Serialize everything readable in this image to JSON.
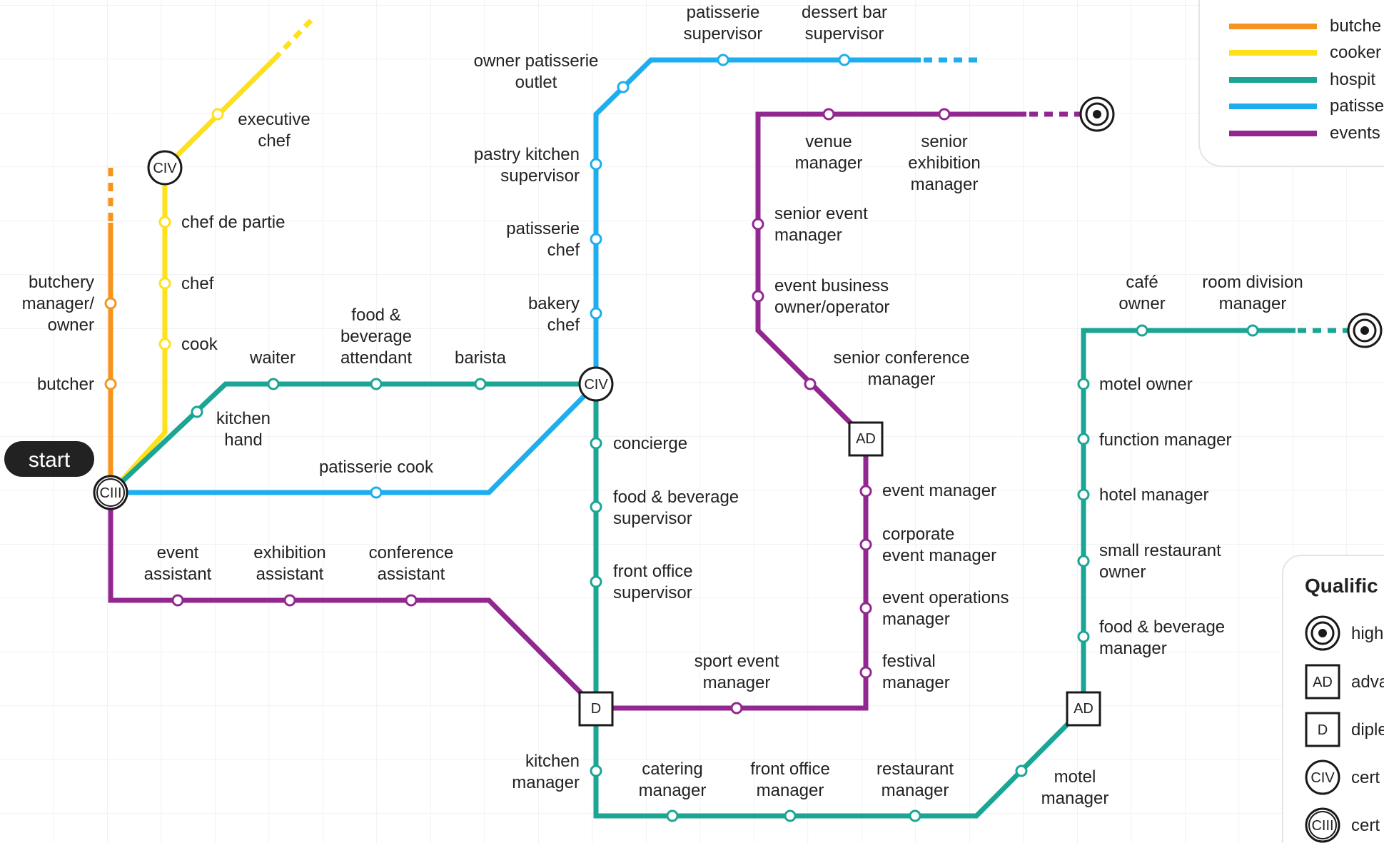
{
  "colors": {
    "butchery": "#F7941D",
    "cookery": "#FFE01B",
    "hospitality": "#1BA595",
    "patisserie": "#1DAEEF",
    "events": "#92278F"
  },
  "start": {
    "label": "start"
  },
  "qual_codes": {
    "ciii": "CIII",
    "civ": "CIV",
    "d": "D",
    "ad": "AD"
  },
  "roles": {
    "butchery_manager": [
      "butchery",
      "manager/",
      "owner"
    ],
    "butcher": [
      "butcher"
    ],
    "executive_chef": [
      "executive",
      "chef"
    ],
    "chef_de_partie": [
      "chef de partie"
    ],
    "chef": [
      "chef"
    ],
    "cook": [
      "cook"
    ],
    "waiter": [
      "waiter"
    ],
    "kitchen_hand": [
      "kitchen",
      "hand"
    ],
    "food_beverage_attendant": [
      "food &",
      "beverage",
      "attendant"
    ],
    "barista": [
      "barista"
    ],
    "patisserie_cook": [
      "patisserie cook"
    ],
    "event_assistant": [
      "event",
      "assistant"
    ],
    "exhibition_assistant": [
      "exhibition",
      "assistant"
    ],
    "conference_assistant": [
      "conference",
      "assistant"
    ],
    "owner_patisserie_outlet": [
      "owner patisserie",
      "outlet"
    ],
    "patisserie_supervisor": [
      "patisserie",
      "supervisor"
    ],
    "dessert_bar_supervisor": [
      "dessert bar",
      "supervisor"
    ],
    "pastry_kitchen_supervisor": [
      "pastry kitchen",
      "supervisor"
    ],
    "patisserie_chef": [
      "patisserie",
      "chef"
    ],
    "bakery_chef": [
      "bakery",
      "chef"
    ],
    "concierge": [
      "concierge"
    ],
    "fb_supervisor": [
      "food & beverage",
      "supervisor"
    ],
    "front_office_supervisor": [
      "front office",
      "supervisor"
    ],
    "kitchen_manager": [
      "kitchen",
      "manager"
    ],
    "catering_manager": [
      "catering",
      "manager"
    ],
    "front_office_manager": [
      "front office",
      "manager"
    ],
    "restaurant_manager": [
      "restaurant",
      "manager"
    ],
    "motel_manager": [
      "motel",
      "manager"
    ],
    "venue_manager": [
      "venue",
      "manager"
    ],
    "senior_exhibition_manager": [
      "senior",
      "exhibition",
      "manager"
    ],
    "senior_event_manager": [
      "senior event",
      "manager"
    ],
    "event_business_owner": [
      "event business",
      "owner/operator"
    ],
    "senior_conference_manager": [
      "senior conference",
      "manager"
    ],
    "event_manager": [
      "event manager"
    ],
    "corporate_event_manager": [
      "corporate",
      "event manager"
    ],
    "event_operations_manager": [
      "event operations",
      "manager"
    ],
    "festival_manager": [
      "festival",
      "manager"
    ],
    "sport_event_manager": [
      "sport event",
      "manager"
    ],
    "cafe_owner": [
      "café",
      "owner"
    ],
    "room_division_manager": [
      "room division",
      "manager"
    ],
    "motel_owner": [
      "motel owner"
    ],
    "function_manager": [
      "function manager"
    ],
    "hotel_manager": [
      "hotel manager"
    ],
    "small_restaurant_owner": [
      "small restaurant",
      "owner"
    ],
    "fb_manager": [
      "food & beverage",
      "manager"
    ]
  },
  "legend_lines": [
    "butche",
    "cooker",
    "hospit",
    "patisse",
    "events"
  ],
  "qualifications": {
    "title": "Qualific",
    "items": [
      "high",
      "adva",
      "diple",
      "cert",
      "cert"
    ]
  }
}
